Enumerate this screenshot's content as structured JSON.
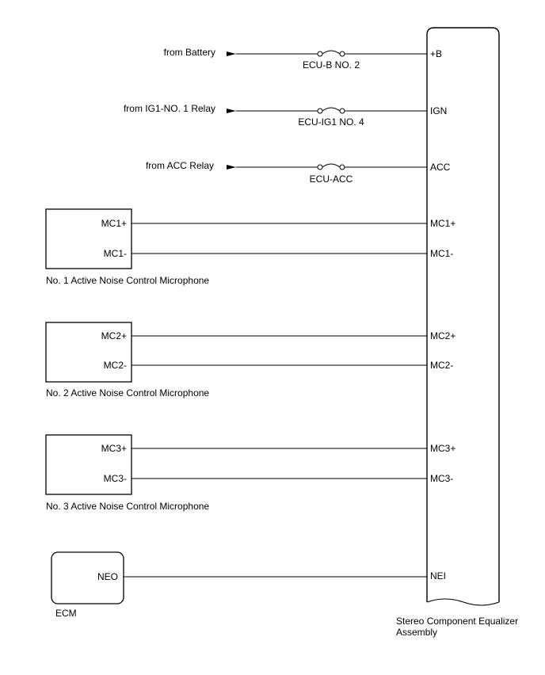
{
  "sources": {
    "battery": "from Battery",
    "ig1": "from IG1-NO. 1 Relay",
    "acc": "from ACC Relay"
  },
  "fuses": {
    "ecu_b": "ECU-B NO. 2",
    "ecu_ig1": "ECU-IG1 NO. 4",
    "ecu_acc": "ECU-ACC"
  },
  "equalizer": {
    "name_line1": "Stereo Component Equalizer",
    "name_line2": "Assembly",
    "pins": {
      "b": "+B",
      "ign": "IGN",
      "acc": "ACC",
      "mc1p": "MC1+",
      "mc1n": "MC1-",
      "mc2p": "MC2+",
      "mc2n": "MC2-",
      "mc3p": "MC3+",
      "mc3n": "MC3-",
      "nei": "NEI"
    }
  },
  "mic1": {
    "name": "No. 1 Active Noise Control Microphone",
    "pin_plus": "MC1+",
    "pin_minus": "MC1-"
  },
  "mic2": {
    "name": "No. 2 Active Noise Control Microphone",
    "pin_plus": "MC2+",
    "pin_minus": "MC2-"
  },
  "mic3": {
    "name": "No. 3 Active Noise Control Microphone",
    "pin_plus": "MC3+",
    "pin_minus": "MC3-"
  },
  "ecm": {
    "name": "ECM",
    "pin": "NEO"
  }
}
